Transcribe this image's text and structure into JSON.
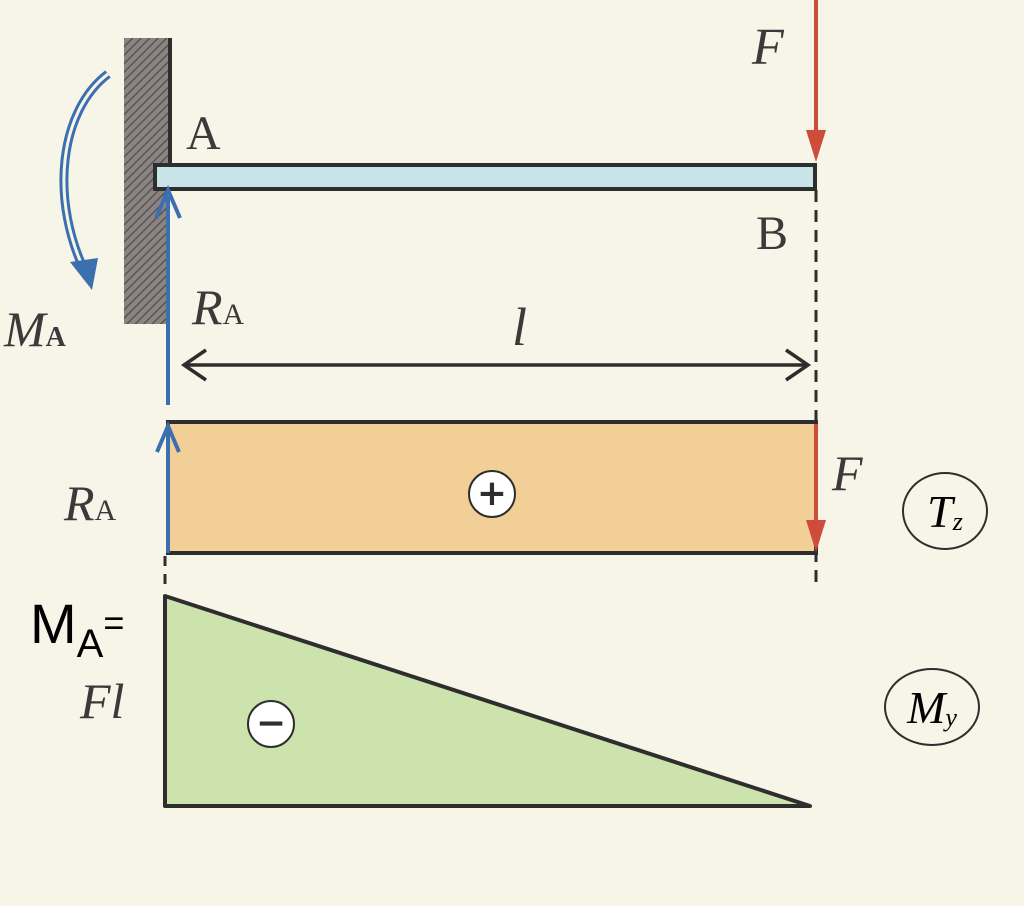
{
  "labels": {
    "point_a": "A",
    "point_b": "B",
    "force_top": "F",
    "moment_reaction": {
      "main": "M",
      "sub": "A"
    },
    "reaction_top": {
      "main": "R",
      "sub": "A"
    },
    "length": "l",
    "reaction_shear": {
      "main": "R",
      "sub": "A"
    },
    "force_shear": "F",
    "shear_diagram": {
      "main": "T",
      "sub": "z"
    },
    "moment_diagram": {
      "main": "M",
      "sub": "y"
    },
    "moment_value": {
      "main": "M",
      "sub": "A",
      "suffix": "="
    },
    "moment_value_expr": "Fl",
    "shear_sign": "+",
    "moment_sign": "−"
  },
  "colors": {
    "background": "#f7f4e8",
    "beam": "#c9e4e8",
    "shear_fill": "#f1cf96",
    "moment_fill": "#cde3ae",
    "force_arrow": "#cf4b3a",
    "reaction_arrow": "#3c6fb0",
    "outline": "#2e2e2e"
  }
}
